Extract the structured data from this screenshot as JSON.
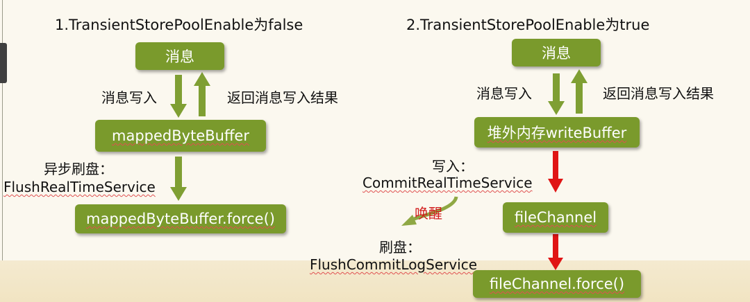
{
  "left": {
    "title": "1.TransientStorePoolEnable为false",
    "box_message": "消息",
    "label_write": "消息写入",
    "label_return": "返回消息写入结果",
    "box_buffer": "mappedByteBuffer",
    "label_async_line1": "异步刷盘：",
    "label_async_line2": "FlushRealTimeService",
    "box_force": "mappedByteBuffer.force()"
  },
  "right": {
    "title": "2.TransientStorePoolEnable为true",
    "box_message": "消息",
    "label_write": "消息写入",
    "label_return": "返回消息写入结果",
    "box_write_buffer": "堆外内存writeBuffer",
    "label_commit_line1": "写入：",
    "label_commit_line2": "CommitRealTimeService",
    "label_wake": "唤醒",
    "label_flush_line1": "刷盘：",
    "label_flush_line2": "FlushCommitLogService",
    "box_file_channel": "fileChannel",
    "box_file_force": "fileChannel.force()"
  },
  "colors": {
    "box_green": "#7a9a2c",
    "arrow_green": "#7f9f33",
    "arrow_red": "#e01515",
    "wake_text": "#d21c1c"
  }
}
